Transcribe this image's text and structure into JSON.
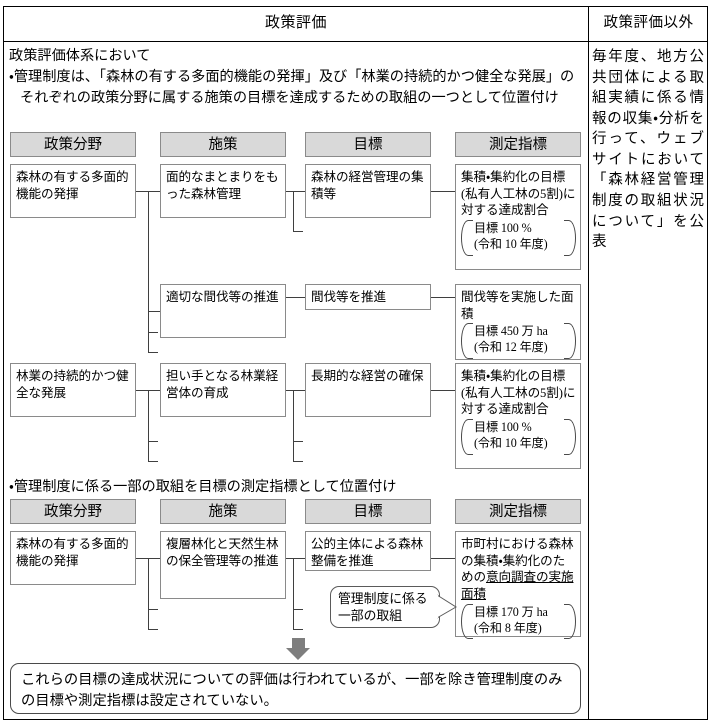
{
  "header": {
    "left_title": "政策評価",
    "right_title": "政策評価以外"
  },
  "right_column": {
    "body": "毎年度、地方公共団体による取組実績に係る情報の収集・分析を行って、ウェブサイトにおいて「森林経営管理制度の取組状況について」を公表"
  },
  "intro": {
    "line1": "政策評価体系において",
    "bullet1": "・管理制度は、「森林の有する多面的機能の発揮」及び「林業の持続的かつ健全な発展」のそれぞれの政策分野に属する施策の目標を達成するための取組の一つとして位置付け"
  },
  "mid_note": {
    "bullet": "・管理制度に係る一部の取組を目標の測定指標として位置付け"
  },
  "column_headers": {
    "policy_field": "政策分野",
    "measure": "施策",
    "goal": "目標",
    "indicator": "測定指標"
  },
  "diagram1": {
    "rows": [
      {
        "policy_field": "森林の有する多面的機能の発揮",
        "measure": "面的なまとまりをもった森林管理",
        "goal": "森林の経営管理の集積等",
        "indicator_text": "集積・集約化の目標(私有人工林の5割)に対する達成割合",
        "indicator_target_line1": "目標 100 %",
        "indicator_target_line2": "(令和 10 年度)"
      },
      {
        "measure": "適切な間伐等の推進",
        "goal": "間伐等を推進",
        "indicator_text": "間伐等を実施した面積",
        "indicator_target_line1": "目標 450 万 ha",
        "indicator_target_line2": "(令和 12 年度)"
      },
      {
        "policy_field": "林業の持続的かつ健全な発展",
        "measure": "担い手となる林業経営体の育成",
        "goal": "長期的な経営の確保",
        "indicator_text": "集積・集約化の目標(私有人工林の5割)に対する達成割合",
        "indicator_target_line1": "目標 100 %",
        "indicator_target_line2": "(令和 10 年度)"
      }
    ]
  },
  "diagram2": {
    "rows": [
      {
        "policy_field": "森林の有する多面的機能の発揮",
        "measure": "複層林化と天然生林の保全管理等の推進",
        "goal": "公的主体による森林整備を推進",
        "indicator_prefix": "市町村における森林の集積・集約化のための",
        "indicator_underlined": "意向調査の実施面積",
        "indicator_target_line1": "目標 170 万 ha",
        "indicator_target_line2": "(令和 8 年度)"
      }
    ],
    "callout": "管理制度に係る一部の取組"
  },
  "conclusion": {
    "text": "これらの目標の達成状況についての評価は行われているが、一部を除き管理制度のみの目標や測定指標は設定されていない。"
  },
  "colors": {
    "chip_fill": "#d9d9d9",
    "chip_border": "#8a8a8a",
    "box_border": "#8a8a8a",
    "line": "#3f3f3f",
    "arrow": "#7e7e7e",
    "frame": "#000000"
  }
}
